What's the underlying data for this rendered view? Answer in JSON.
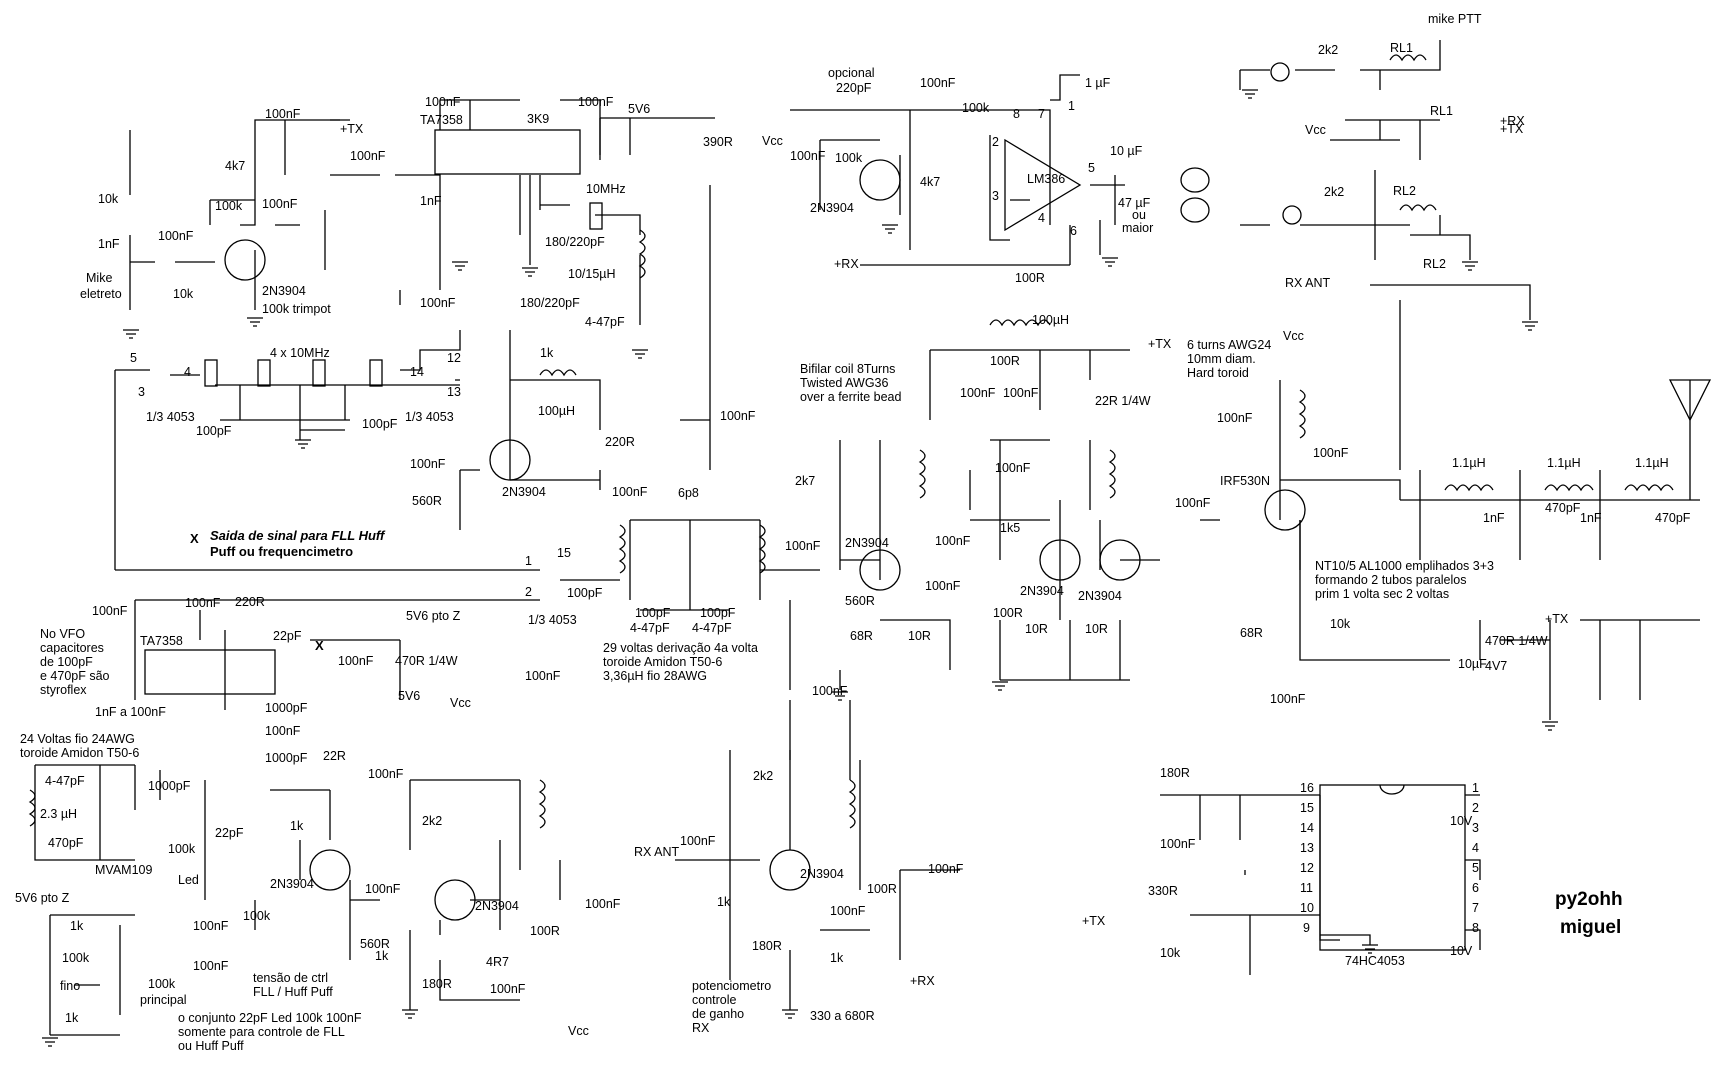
{
  "author": {
    "line1": "py2ohh",
    "line2": "miguel"
  },
  "notes": {
    "fll_output": "Saida de sinal para FLL Huff",
    "fll_output2": "Puff ou frequencimetro",
    "x_mark": "X",
    "vfo_caps": [
      "No VFO",
      "capacitores",
      "de 100pF",
      "e 470pF são",
      "styroflex"
    ],
    "coil_vfo": [
      "24 Voltas fio 24AWG",
      "toroide Amidon T50-6"
    ],
    "coil_29": [
      "29 voltas derivação 4a volta",
      "toroide Amidon T50-6",
      "3,36µH fio 28AWG"
    ],
    "bifilar": [
      "Bifilar coil 8Turns",
      "Twisted   AWG36",
      "over a ferrite bead"
    ],
    "toroid6": [
      "6 turns AWG24",
      "10mm diam.",
      "Hard toroid"
    ],
    "nt10": [
      "NT10/5 AL1000 emplihados 3+3",
      "formando 2 tubos paralelos",
      "prim 1 volta sec 2 voltas"
    ],
    "fll_set": [
      "o conjunto 22pF Led 100k 100nF",
      "somente para controle de FLL",
      "ou Huff Puff"
    ],
    "ctrl_voltage": [
      "tensão de ctrl",
      "FLL / Huff Puff"
    ],
    "gain_pot": [
      "potenciometro",
      "controle",
      "de ganho",
      "RX"
    ],
    "mike": [
      "Mike",
      "eletreto"
    ]
  },
  "labels": {
    "tx_plus": "+TX",
    "rx_plus": "+RX",
    "vcc": "Vcc",
    "mike_ptt": "mike PTT",
    "rx_ant": "RX ANT",
    "rl1": "RL1",
    "rl2": "RL2",
    "ic_ta7358": "TA7358",
    "ic_lm386": "LM386",
    "ic_4053": "74HC4053",
    "q_2n3904": "2N3904",
    "q_irf": "IRF530N",
    "sw_4053": "1/3 4053",
    "crystals": "4 x 10MHz",
    "xtal": "10MHz",
    "v56": "5V6",
    "v56z": "5V6 pto Z",
    "v47": "4V7",
    "v10": "10V",
    "opt": "opcional",
    "cap_100nF": "100nF",
    "cap_1nF": "1nF",
    "cap_100pF": "100pF",
    "cap_22pF": "22pF",
    "cap_1000pF": "1000pF",
    "cap_470pF": "470pF",
    "cap_220pF": "220pF",
    "cap_1uF": "1 µF",
    "cap_10uF": "10 µF",
    "cap_47uF": [
      "47 µF",
      "ou",
      "maior"
    ],
    "cap_10uF2": "10µF",
    "cap_6p8": "6p8",
    "cap_4_47": "4-47pF",
    "cap_180_220": "180/220pF",
    "cap_1nF_100nF": "1nF a 100nF",
    "r_4k7": "4k7",
    "r_10k": "10k",
    "r_100k": "100k",
    "r_3k9": "3K9",
    "r_390": "390R",
    "r_1k": "1k",
    "r_220": "220R",
    "r_560": "560R",
    "r_100R": "100R",
    "r_2k2": "2k2",
    "r_2k7": "2k7",
    "r_22R": "22R 1/4W",
    "r_1k5": "1k5",
    "r_10R": "10R",
    "r_68R": "68R",
    "r_470": "470R 1/4W",
    "r_180": "180R",
    "r_330": "330R",
    "r_22r": "22R",
    "r_4r7": "4R7",
    "r_330_680": "330 a 680R",
    "r_1k_b": "1k",
    "trimpot": "100k trimpot",
    "r_100k_fino": "fino",
    "r_100k_principal": "principal",
    "l_10_15": "10/15µH",
    "l_100uH": "100µH",
    "l_11uH": "1.1µH",
    "l_23uH": "2.3 µH",
    "led": "Led",
    "mvam": "MVAM109",
    "pins_4053_left": [
      "16",
      "15",
      "14",
      "13",
      "12",
      "11",
      "10",
      "9"
    ],
    "pins_4053_right": [
      "1",
      "2",
      "3",
      "4",
      "5",
      "6",
      "7",
      "8"
    ],
    "sw_nums": [
      "5",
      "4",
      "3",
      "12",
      "14",
      "13",
      "1",
      "15",
      "2"
    ],
    "lm_pins": [
      "8",
      "7",
      "1",
      "2",
      "3",
      "5",
      "4",
      "6"
    ]
  }
}
